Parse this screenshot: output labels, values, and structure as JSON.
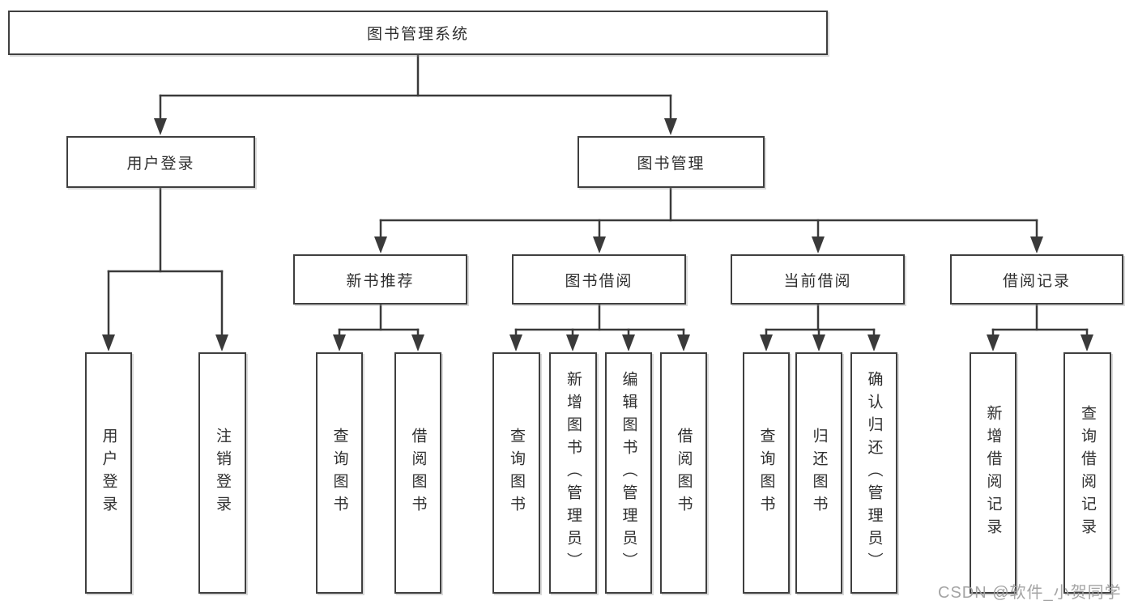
{
  "colors": {
    "line": "#3a3a3a",
    "box_border": "#3f3f3f",
    "text": "#2f2f2f",
    "watermark": "#a0a0a0",
    "background": "#ffffff"
  },
  "watermark": {
    "text": "CSDN @软件_小贺同学"
  },
  "tree": {
    "label": "图书管理系统",
    "children": [
      {
        "label": "用户登录",
        "children": [
          {
            "label": "用户登录"
          },
          {
            "label": "注销登录"
          }
        ]
      },
      {
        "label": "图书管理",
        "children": [
          {
            "label": "新书推荐",
            "children": [
              {
                "label": "查询图书"
              },
              {
                "label": "借阅图书"
              }
            ]
          },
          {
            "label": "图书借阅",
            "children": [
              {
                "label": "查询图书"
              },
              {
                "label": "新增图书（管理员）"
              },
              {
                "label": "编辑图书（管理员）"
              },
              {
                "label": "借阅图书"
              }
            ]
          },
          {
            "label": "当前借阅",
            "children": [
              {
                "label": "查询图书"
              },
              {
                "label": "归还图书"
              },
              {
                "label": "确认归还（管理员）"
              }
            ]
          },
          {
            "label": "借阅记录",
            "children": [
              {
                "label": "新增借阅记录"
              },
              {
                "label": "查询借阅记录"
              }
            ]
          }
        ]
      }
    ]
  }
}
